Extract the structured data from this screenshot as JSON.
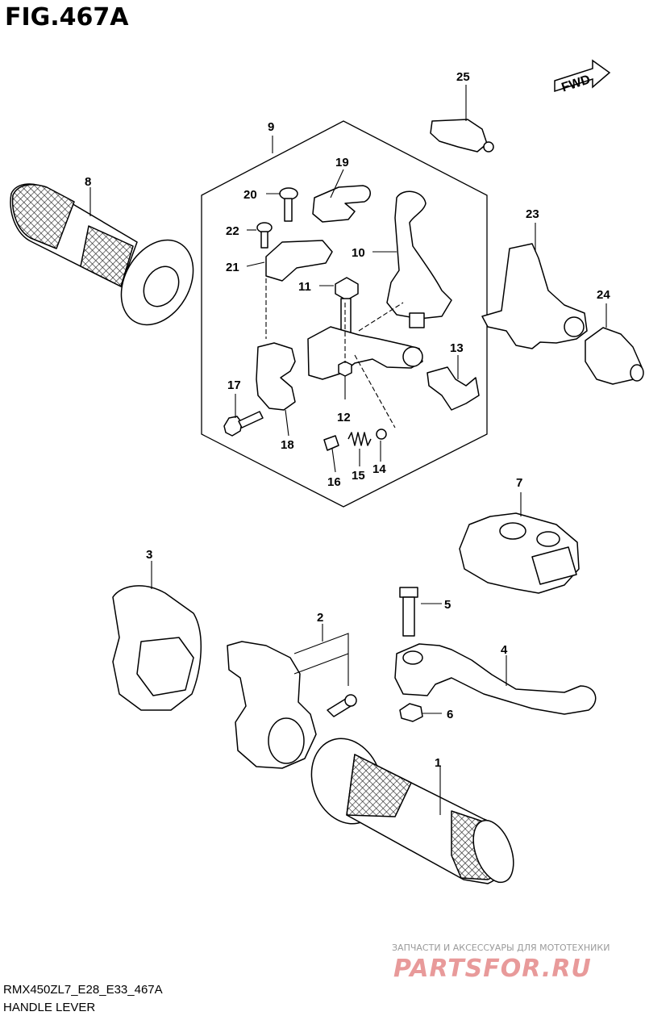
{
  "figure": {
    "title": "FIG.467A",
    "code": "RMX450ZL7_E28_E33_467A",
    "name": "HANDLE LEVER",
    "direction_label": "FWD"
  },
  "watermark": {
    "tagline": "ЗАПЧАСТИ И АКСЕССУАРЫ ДЛЯ МОТОТЕХНИКИ",
    "logo": "PARTSFOR.RU",
    "color": "#e89a9a"
  },
  "parts": [
    {
      "ref": "1",
      "icon": "right-grip-icon"
    },
    {
      "ref": "2",
      "icon": "throttle-housing-icon"
    },
    {
      "ref": "3",
      "icon": "throttle-cover-icon"
    },
    {
      "ref": "4",
      "icon": "brake-lever-icon"
    },
    {
      "ref": "5",
      "icon": "pivot-bolt-icon"
    },
    {
      "ref": "6",
      "icon": "nut-icon"
    },
    {
      "ref": "7",
      "icon": "lever-cover-icon"
    },
    {
      "ref": "8",
      "icon": "left-grip-icon"
    },
    {
      "ref": "9",
      "icon": "clutch-lever-assembly-icon"
    },
    {
      "ref": "10",
      "icon": "clutch-lever-icon"
    },
    {
      "ref": "11",
      "icon": "bolt-icon"
    },
    {
      "ref": "12",
      "icon": "nut-icon"
    },
    {
      "ref": "13",
      "icon": "adjuster-icon"
    },
    {
      "ref": "14",
      "icon": "ball-icon"
    },
    {
      "ref": "15",
      "icon": "spring-icon"
    },
    {
      "ref": "16",
      "icon": "set-screw-icon"
    },
    {
      "ref": "17",
      "icon": "bolt-icon"
    },
    {
      "ref": "18",
      "icon": "clamp-icon"
    },
    {
      "ref": "19",
      "icon": "hot-start-lever-icon"
    },
    {
      "ref": "20",
      "icon": "screw-icon"
    },
    {
      "ref": "21",
      "icon": "holder-icon"
    },
    {
      "ref": "22",
      "icon": "screw-icon"
    },
    {
      "ref": "23",
      "icon": "lever-guard-icon"
    },
    {
      "ref": "24",
      "icon": "adjuster-icon"
    },
    {
      "ref": "25",
      "icon": "cable-adjuster-icon"
    }
  ]
}
